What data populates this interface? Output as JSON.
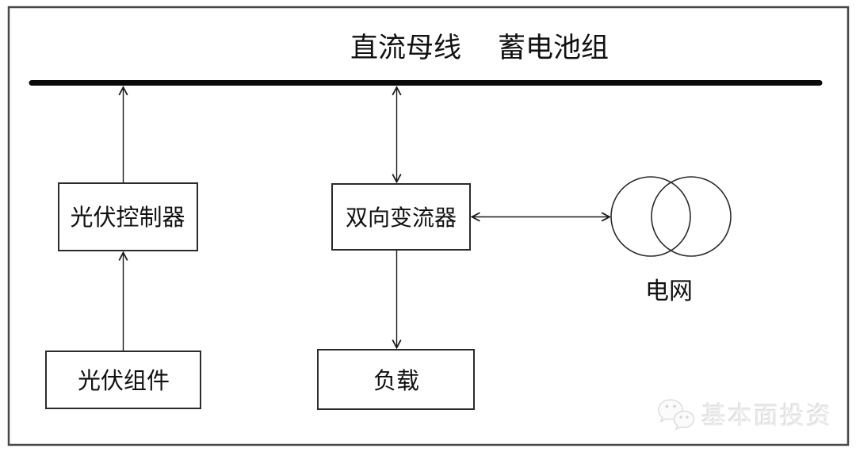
{
  "diagram": {
    "title_labels": {
      "dc_bus": "直流母线",
      "battery_pack": "蓄电池组"
    },
    "nodes": {
      "pv_controller": "光伏控制器",
      "pv_module": "光伏组件",
      "bidirectional_converter": "双向变流器",
      "load": "负载",
      "grid": "电网"
    },
    "connections": [
      {
        "from": "pv_module",
        "to": "pv_controller",
        "arrow": "one-way-up"
      },
      {
        "from": "pv_controller",
        "to": "dc_bus",
        "arrow": "one-way-up"
      },
      {
        "from": "dc_bus",
        "to": "bidirectional_converter",
        "arrow": "two-way"
      },
      {
        "from": "bidirectional_converter",
        "to": "load",
        "arrow": "one-way-down"
      },
      {
        "from": "bidirectional_converter",
        "to": "grid",
        "arrow": "two-way"
      }
    ],
    "colors": {
      "line": "#1a1a1a",
      "bus": "#0a0a0a",
      "box_stroke": "#2b2b2b",
      "background": "#ffffff",
      "watermark": "#ececec"
    }
  },
  "watermark": {
    "icon": "wechat-icon",
    "text": "基本面投资"
  }
}
